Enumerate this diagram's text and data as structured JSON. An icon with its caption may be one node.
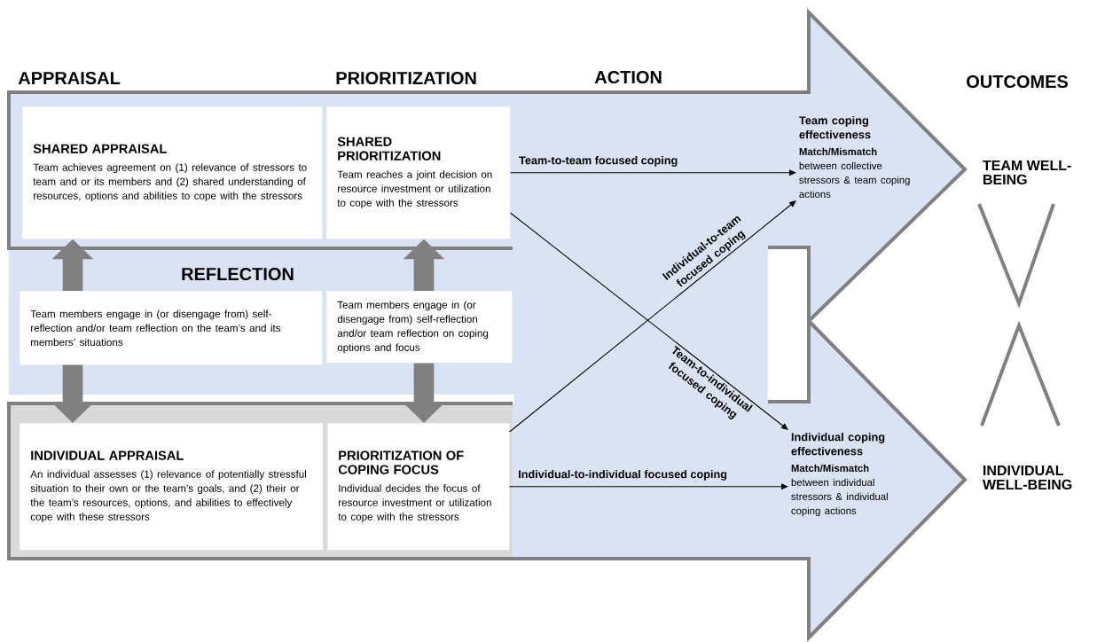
{
  "diagram": {
    "nodes": [
      {
        "text": [
          "SHARED APPRAISAL",
          "Team achieves agreement on (1) relevance of stressors to team and or its members and (2) shared understanding of resources, options and abilities to cope with the stressors"
        ]
      },
      {
        "text": [
          "SHARED PRIORITIZATION",
          "Team reaches a joint decision on resource investment or utilization to cope with the stressors"
        ]
      },
      {
        "text": [
          "Team members engage in (or disengage from) self-reflection and/or team reflection on the team’s and its members’ situations"
        ]
      },
      {
        "text": [
          "Team members engage in (or disengage from) self-reflection and/or team reflection on coping options and focus"
        ]
      },
      {
        "text": [
          "INDIVIDUAL APPRAISAL",
          "An individual assesses (1) relevance of potentially stressful situation to their own or the team’s goals, and (2) their or the team’s resources, options, and abilities to effectively cope with these stressors"
        ]
      },
      {
        "text": [
          "PRIORITIZATION OF COPING FOCUS",
          "Individual decides the focus of resource investment or utilization to cope with the stressors"
        ]
      },
      {
        "text": [
          "Team coping effectiveness",
          "**Match/Mismatch** between collective stressors & team coping actions"
        ]
      },
      {
        "text": [
          "Individual coping effectiveness",
          "**Match/Mismatch** between individual stressors & individual coping actions"
        ]
      },
      {
        "text": [
          "TEAM WELL-BEING"
        ]
      },
      {
        "text": [
          "INDIVIDUAL WELL-BEING"
        ]
      }
    ],
    "edges": [
      {
        "from": 2,
        "to": 0,
        "arrow": "to",
        "style": "thick",
        "color": "#808080"
      },
      {
        "from": 3,
        "to": 1,
        "arrow": "to",
        "style": "thick",
        "color": "#808080"
      },
      {
        "from": 2,
        "to": 4,
        "arrow": "to",
        "style": "thick",
        "color": "#808080"
      },
      {
        "from": 3,
        "to": 5,
        "arrow": "to",
        "style": "thick",
        "color": "#808080"
      },
      {
        "from": 1,
        "to": 6,
        "arrow": "to",
        "label": "Team-to-team focused coping",
        "color": "#000000"
      },
      {
        "from": 5,
        "to": 6,
        "arrow": "to",
        "label": "Individual-to-team focused coping",
        "color": "#000000"
      },
      {
        "from": 1,
        "to": 7,
        "arrow": "to",
        "label": "Team-to-individual focused coping",
        "color": "#000000"
      },
      {
        "from": 5,
        "to": 7,
        "arrow": "to",
        "label": "Individual-to-individual focused coping",
        "color": "#000000"
      }
    ],
    "labels": [
      "APPRAISAL",
      "PRIORITIZATION",
      "ACTION",
      "OUTCOMES",
      "REFLECTION"
    ]
  }
}
